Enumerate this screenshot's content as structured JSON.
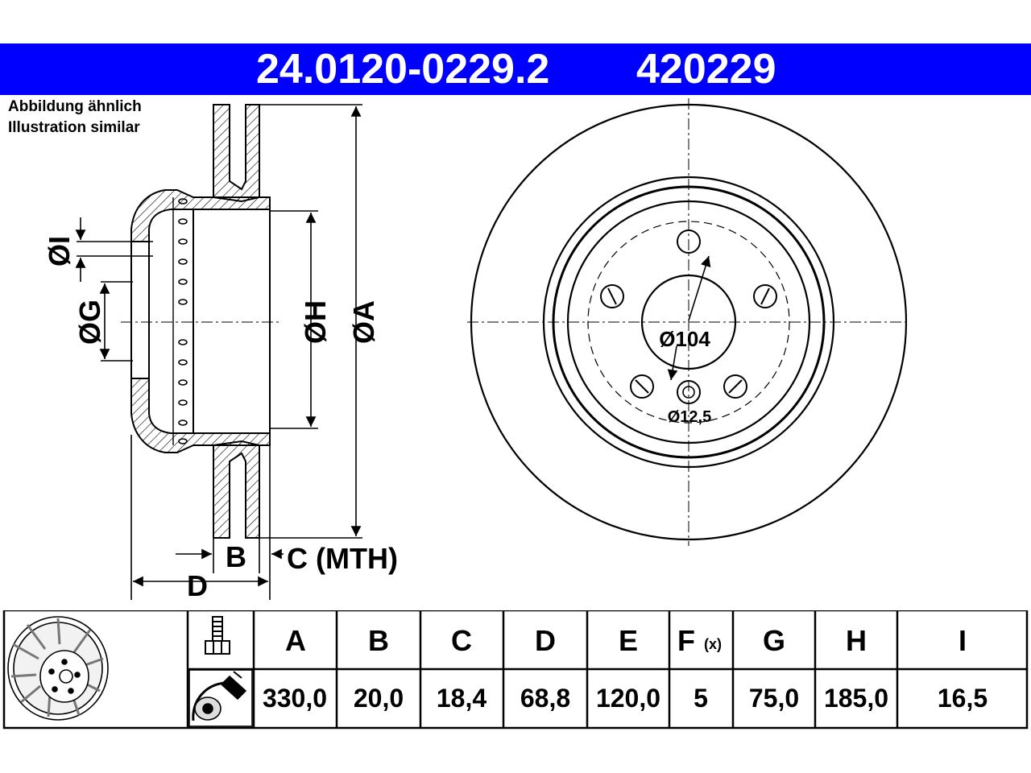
{
  "header": {
    "part_number": "24.0120-0229.2",
    "code": "420229",
    "background": "#0000ff",
    "text_color": "#ffffff"
  },
  "notes": {
    "line_de": "Abbildung ähnlich",
    "line_en": "Illustration similar"
  },
  "side_view": {
    "dimension_labels": {
      "I": "ØI",
      "G": "ØG",
      "H": "ØH",
      "A": "ØA",
      "B": "B",
      "C": "C (MTH)",
      "D": "D"
    }
  },
  "front_view": {
    "center_bore_label": "Ø104",
    "hole_label": "Ø12,5",
    "bolt_holes": 5
  },
  "spec_table": {
    "icons": [
      "brake-disc-icon",
      "bolt-icon",
      "bolt-thread-icon"
    ],
    "headers": [
      "A",
      "B",
      "C",
      "D",
      "E",
      "F",
      "G",
      "H",
      "I"
    ],
    "f_suffix": "(x)",
    "values": [
      "330,0",
      "20,0",
      "18,4",
      "68,8",
      "120,0",
      "5",
      "75,0",
      "185,0",
      "16,5"
    ]
  }
}
